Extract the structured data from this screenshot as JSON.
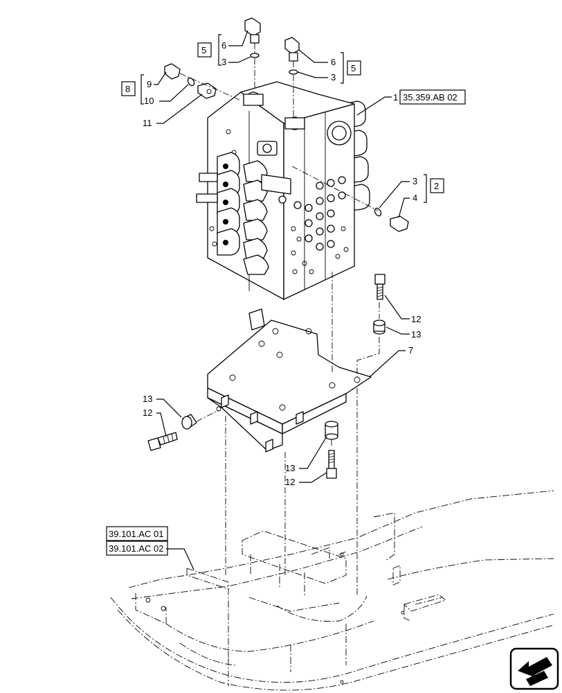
{
  "diagram": {
    "callouts": {
      "c1": "1",
      "c2": "2",
      "c3a": "3",
      "c3b": "3",
      "c3c": "3",
      "c4": "4",
      "c5a": "5",
      "c5b": "5",
      "c6a": "6",
      "c6b": "6",
      "c7": "7",
      "c8": "8",
      "c9": "9",
      "c10": "10",
      "c11": "11",
      "c12a": "12",
      "c12b": "12",
      "c12c": "12",
      "c13a": "13",
      "c13b": "13",
      "c13c": "13"
    },
    "references": {
      "valve_ref": "35.359.AB 02",
      "frame_ref_1": "39.101.AC 01",
      "frame_ref_2": "39.101.AC 02"
    },
    "icons": [
      "orientation-arrow-icon"
    ]
  }
}
